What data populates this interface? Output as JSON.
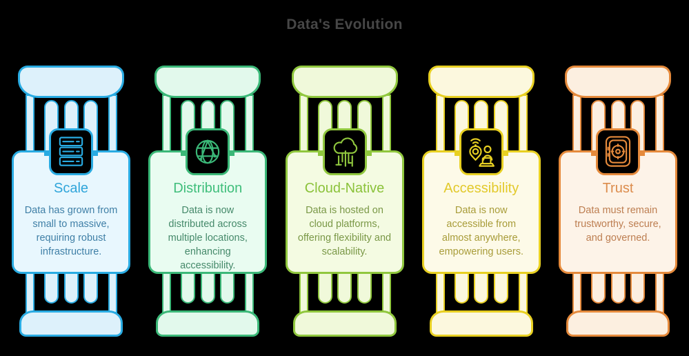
{
  "title": "Data's Evolution",
  "title_color": "#474747",
  "background_color": "#000000",
  "pillars": [
    {
      "title": "Scale",
      "description": "Data has grown from small to massive, requiring robust infrastructure.",
      "icon": "server-stack-icon",
      "colors": {
        "accent": "#29abe2",
        "fill": "#ddf1fb",
        "card_fill": "#e8f7fe",
        "title": "#2fa5da",
        "body": "#3f7fa6"
      }
    },
    {
      "title": "Distribution",
      "description": "Data is now distributed across multiple locations, enhancing accessibility.",
      "icon": "globe-network-icon",
      "colors": {
        "accent": "#3bb878",
        "fill": "#e2f9ec",
        "card_fill": "#e9fcf1",
        "title": "#3fbe7b",
        "body": "#45896a"
      }
    },
    {
      "title": "Cloud-Native",
      "description": "Data is hosted on cloud platforms, offering flexibility and scalability.",
      "icon": "cloud-platform-icon",
      "colors": {
        "accent": "#90c73e",
        "fill": "#f0f9da",
        "card_fill": "#f4fbe2",
        "title": "#8bc23a",
        "body": "#7a9847"
      }
    },
    {
      "title": "Accessibility",
      "description": "Data is now accessible from almost anywhere, empowering users.",
      "icon": "remote-users-icon",
      "colors": {
        "accent": "#e8d022",
        "fill": "#fcf8de",
        "card_fill": "#fdfae8",
        "title": "#e2c92a",
        "body": "#a89c39"
      }
    },
    {
      "title": "Trust",
      "description": "Data must remain trustworthy, secure, and governed.",
      "icon": "safe-vault-icon",
      "colors": {
        "accent": "#e58a3c",
        "fill": "#fcefe0",
        "card_fill": "#fdf3e8",
        "title": "#dc8c4c",
        "body": "#bd7e51"
      }
    }
  ]
}
